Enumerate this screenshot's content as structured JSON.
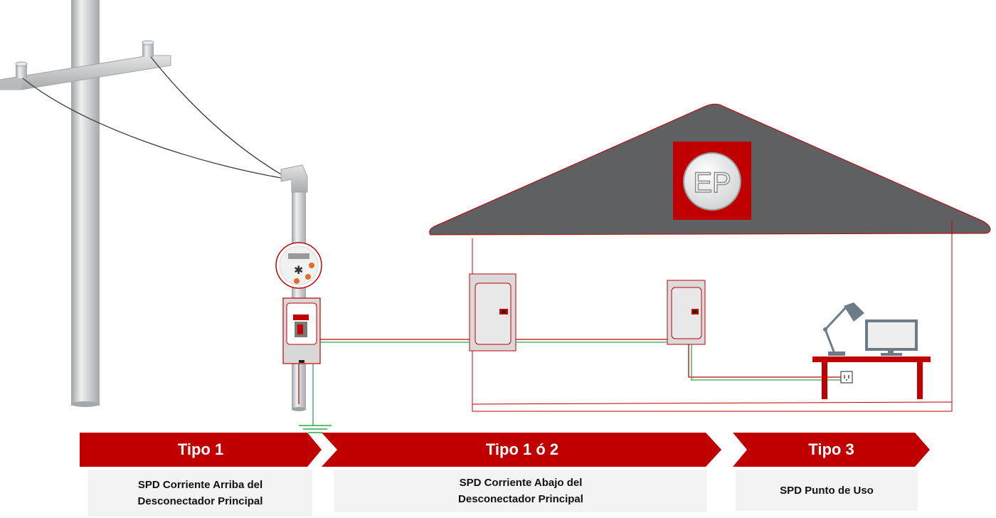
{
  "logo": {
    "text": "EP"
  },
  "stages": [
    {
      "label": "Tipo 1",
      "desc_line1": "SPD Corriente Arriba del",
      "desc_line2": "Desconectador Principal"
    },
    {
      "label": "Tipo 1 ó 2",
      "desc_line1": "SPD Corriente Abajo del",
      "desc_line2": "Desconectador Principal"
    },
    {
      "label": "Tipo 3",
      "desc_line1": "SPD Punto de Uso",
      "desc_line2": ""
    }
  ],
  "colors": {
    "accent_red": "#c00000",
    "roof_gray": "#5f6062",
    "pole_gray": "#c9cbcd",
    "wire_green": "#2aa84a",
    "panel_gray": "#dadada",
    "desc_bg": "#f3f3f3"
  },
  "icons": [
    "utility-pole",
    "electric-meter",
    "main-disconnect",
    "load-panel",
    "sub-panel",
    "desk-lamp",
    "computer-monitor",
    "wall-outlet",
    "ground-symbol"
  ]
}
